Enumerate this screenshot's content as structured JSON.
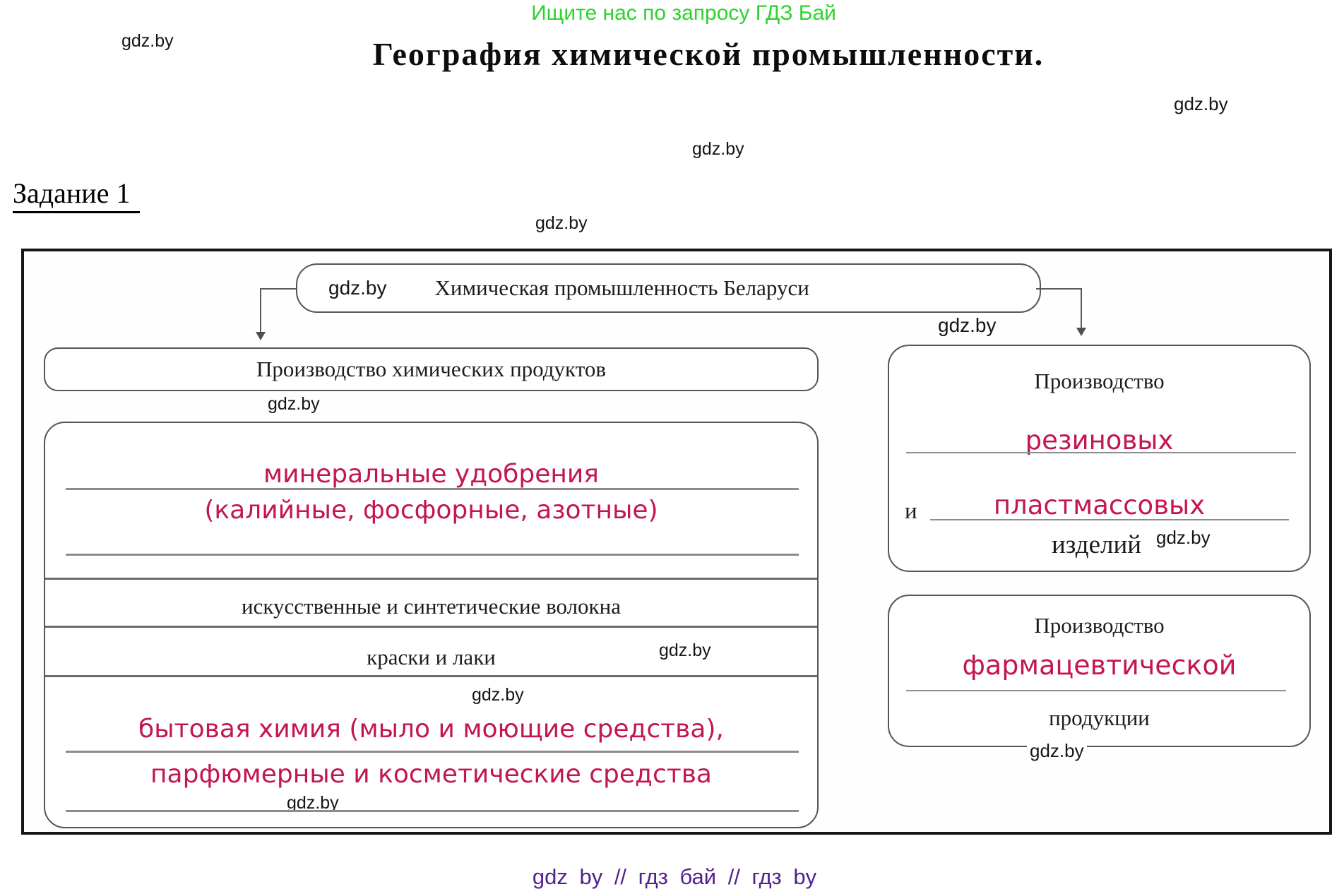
{
  "watermark": "gdz.by",
  "header": {
    "promo": "Ищите нас по запросу ГДЗ Бай",
    "title": "География химической промышленности.",
    "task_heading": "Задание 1"
  },
  "diagram": {
    "root_label": "Химическая промышленность Беларуси",
    "left_branch": {
      "header": "Производство химических продуктов",
      "answer1_line1": "минеральные удобрения",
      "answer1_line2": "(калийные, фосфорные, азотные)",
      "printed_row2": "искусственные и синтетические волокна",
      "printed_row3": "краски и лаки",
      "answer2_line1": "бытовая химия (мыло и моющие средства),",
      "answer2_line2": "парфюмерные и косметические средства"
    },
    "right_branch": {
      "box1": {
        "line1": "Производство",
        "answer1": "резиновых",
        "conjunction": "и",
        "answer2": "пластмассовых",
        "suffix": "изделий"
      },
      "box2": {
        "line1": "Производство",
        "answer": "фармацевтической",
        "suffix": "продукции"
      }
    }
  },
  "footer": {
    "text": "gdz by // гдз бай // гдз by"
  },
  "colors": {
    "answer_red": "#c4164f",
    "promo_green": "#2dd32d",
    "footer_purple": "#53208f",
    "outer_border": "#161616",
    "box_border": "#565656"
  }
}
